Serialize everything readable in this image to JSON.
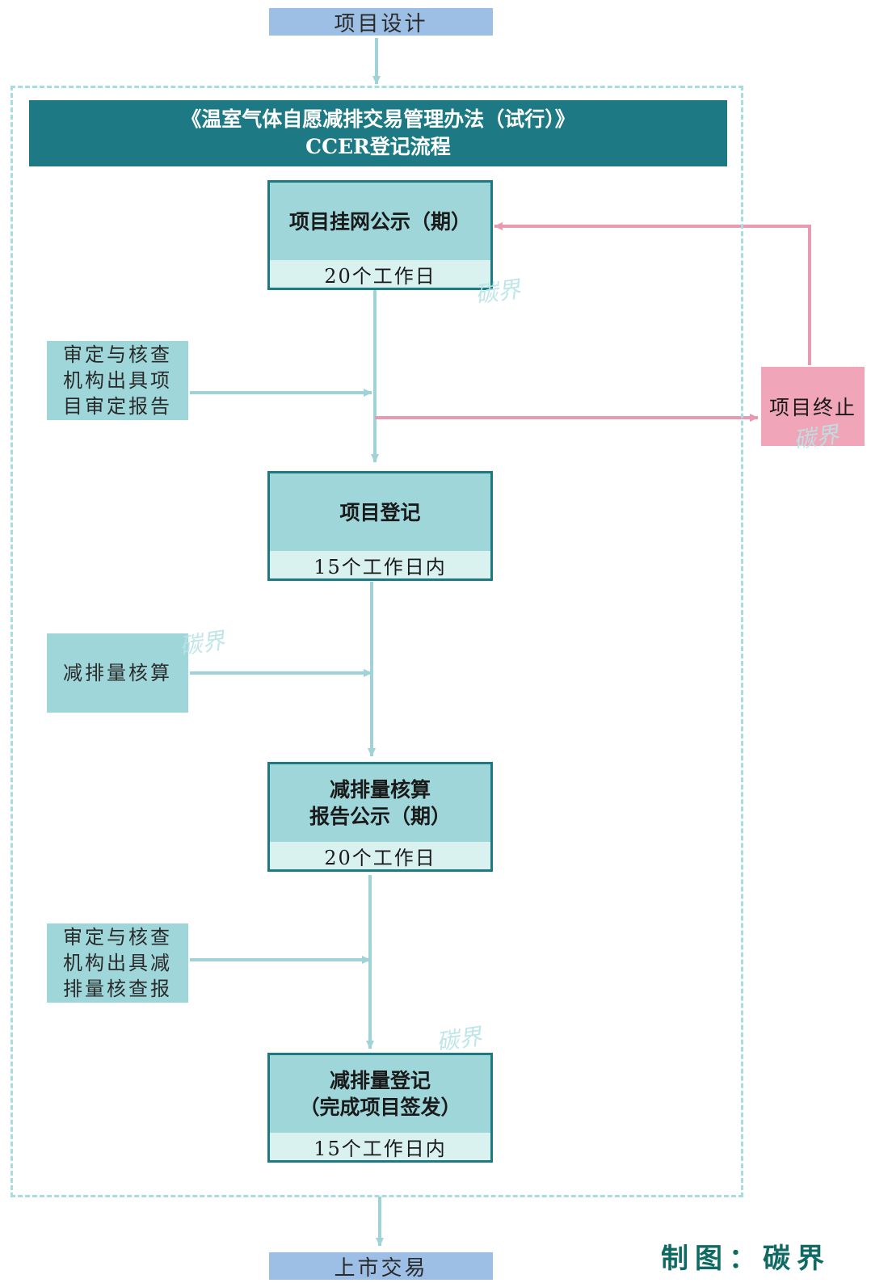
{
  "start_label": "项目设计",
  "end_label": "上市交易",
  "banner": {
    "line1": "《温室气体自愿减排交易管理办法（试行）》",
    "line2": "CCER登记流程"
  },
  "steps": [
    {
      "title_lines": [
        "项目挂网公示（期）"
      ],
      "duration": "20个工作日"
    },
    {
      "title_lines": [
        "项目登记"
      ],
      "duration": "15个工作日内"
    },
    {
      "title_lines": [
        "减排量核算",
        "报告公示（期）"
      ],
      "duration": "20个工作日"
    },
    {
      "title_lines": [
        "减排量登记",
        "（完成项目签发）"
      ],
      "duration": "15个工作日内"
    }
  ],
  "inputs": [
    {
      "lines": [
        "审定与核查",
        "机构出具项",
        "目审定报告"
      ]
    },
    {
      "lines": [
        "减排量核算"
      ]
    },
    {
      "lines": [
        "审定与核查",
        "机构出具减",
        "排量核查报"
      ]
    }
  ],
  "termination": "项目终止",
  "credit": "制图：碳界",
  "watermark": "碳界",
  "colors": {
    "header_blue": "#9dbfe6",
    "banner_teal": "#1d7a84",
    "box_fill": "#9ed6da",
    "box_foot": "#d9f2ef",
    "flow_line": "#9fd3d8",
    "reject_line": "#e89ab0",
    "termination_fill": "#f0a6b8",
    "credit_green": "#0f6a64"
  }
}
